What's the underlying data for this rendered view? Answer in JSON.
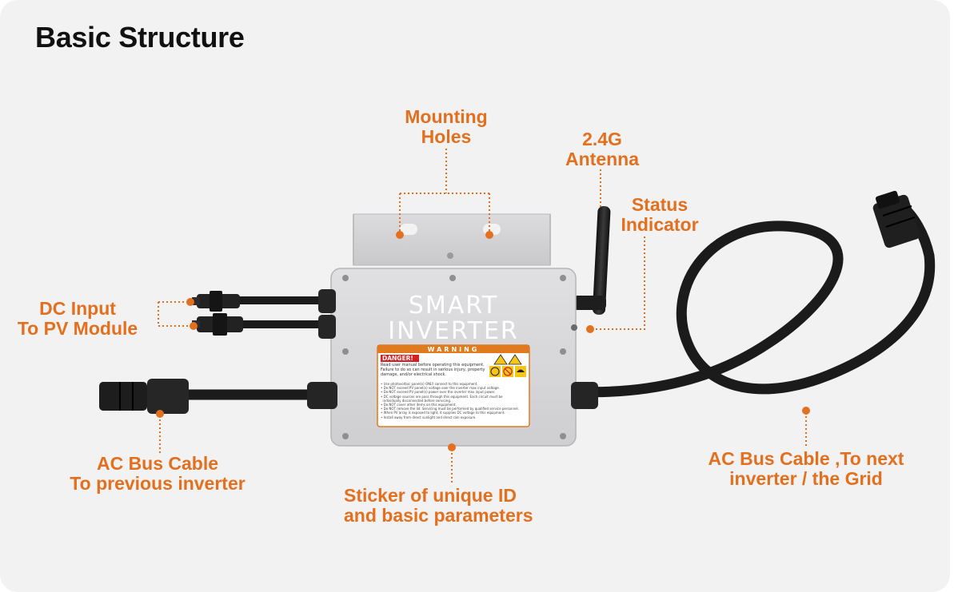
{
  "title": "Basic Structure",
  "colors": {
    "accent": "#e2701f",
    "background": "#f2f2f2",
    "title": "#111111",
    "housing": "#d9d9db",
    "cable": "#1b1b1b"
  },
  "device": {
    "brand_line1": "SMART",
    "brand_line2": "INVERTER",
    "sticker_header": "WARNING",
    "sticker_danger": "DANGER!",
    "sticker_intro": "Read user manual before operating this equipment. Failure to do so can result in serious injury, property damage, and/or electrical shock.",
    "sticker_lines": [
      "• Use photovoltaic panel(s) ONLY connect to this equipment.",
      "• Do NOT exceed PV panel(s) voltage over the inverter max input voltage.",
      "• Do NOT exceed PV panel(s) power over the inverter max input power.",
      "• DC voltage sources are pass through this equipment. Each circuit must be",
      "  individually disconnected before servicing.",
      "• Do NOT cover other items on this equipment.",
      "• Do NOT remove the lid. Servicing must be performed by qualified service personnel.",
      "• When PV array is exposed to light, it supplies DC voltage to this equipment.",
      "• Install away from direct sunlight and direct rain exposure."
    ]
  },
  "labels": {
    "mounting_holes": [
      "Mounting",
      "Holes"
    ],
    "antenna": [
      "2.4G",
      "Antenna"
    ],
    "status_indicator": [
      "Status",
      "Indicator"
    ],
    "dc_input": [
      "DC Input",
      "To PV Module"
    ],
    "ac_bus_prev": [
      "AC Bus Cable",
      "To previous inverter"
    ],
    "sticker_id": [
      "Sticker of unique ID",
      "and basic parameters"
    ],
    "ac_bus_next": [
      "AC Bus Cable ,To next",
      "inverter / the Grid"
    ]
  }
}
